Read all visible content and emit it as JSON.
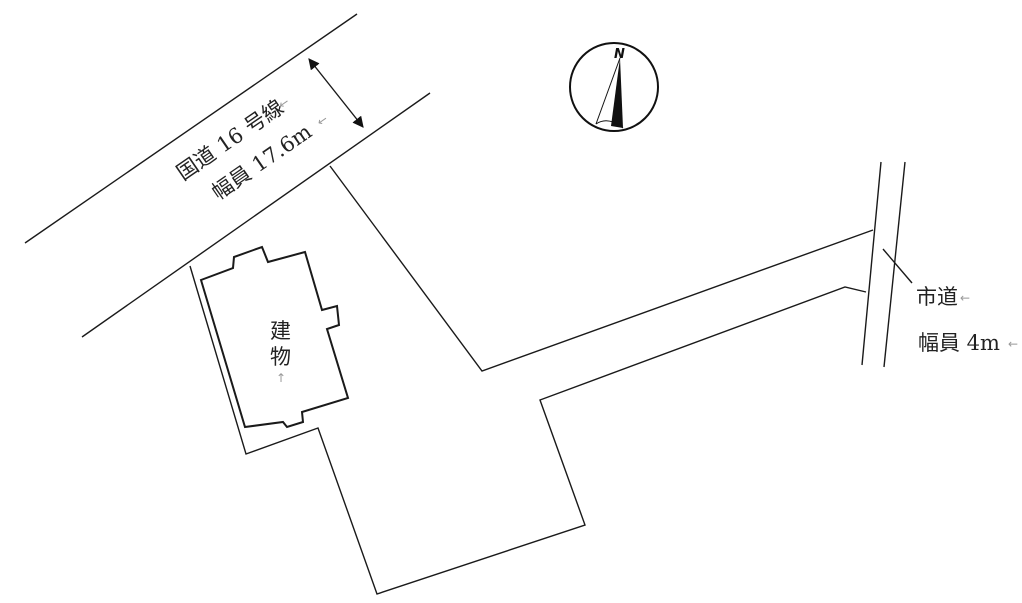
{
  "national_road": {
    "name": "国道 16 号線",
    "width": "幅員 17.6m"
  },
  "city_road": {
    "name": "市道",
    "width": "幅員 4m"
  },
  "building": {
    "label_line1": "建",
    "label_line2": "物"
  },
  "compass": {
    "north_label": "N"
  },
  "colors": {
    "line": "#1a1a1a",
    "marker": "#999999"
  }
}
